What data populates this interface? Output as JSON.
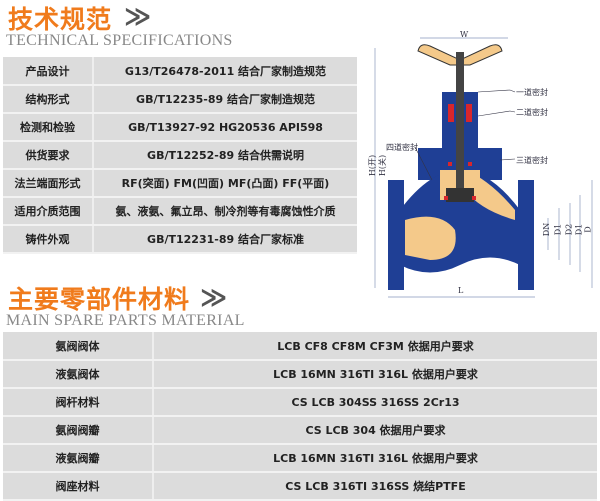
{
  "specs": {
    "title_cn": "技术规范",
    "title_en": "TECHNICAL SPECIFICATIONS",
    "arrow": "≫",
    "rows": [
      {
        "label": "产品设计",
        "value": "G13/T26478-2011 结合厂家制造规范"
      },
      {
        "label": "结构形式",
        "value": "GB/T12235-89 结合厂家制造规范"
      },
      {
        "label": "检测和检验",
        "value": "GB/T13927-92 HG20536 API598"
      },
      {
        "label": "供货要求",
        "value": "GB/T12252-89 结合供需说明"
      },
      {
        "label": "法兰端面形式",
        "value": "RF(突面) FM(凹面) MF(凸面) FF(平面)"
      },
      {
        "label": "适用介质范围",
        "value": "氨、液氨、氟立昂、制冷剂等有毒腐蚀性介质"
      },
      {
        "label": "铸件外观",
        "value": "GB/T12231-89  结合厂家标准"
      }
    ]
  },
  "materials": {
    "title_cn": "主要零部件材料",
    "title_en": "MAIN SPARE PARTS MATERIAL",
    "arrow": "≫",
    "rows": [
      {
        "label": "氨阀阀体",
        "value": "LCB CF8 CF8M  CF3M 依据用户要求"
      },
      {
        "label": "液氨阀体",
        "value": "LCB 16MN 316TI 316L 依据用户要求"
      },
      {
        "label": "阀杆材料",
        "value": "CS LCB 304SS 316SS 2Cr13"
      },
      {
        "label": "氨阀阀瓣",
        "value": "CS LCB 304  依据用户要求"
      },
      {
        "label": "液氨阀瓣",
        "value": "LCB 16MN 316TI 316L 依据用户要求"
      },
      {
        "label": "阀座材料",
        "value": "CS LCB 316TI 316SS 烧结PTFE"
      }
    ]
  },
  "diagram": {
    "seal1": "一道密封",
    "seal2": "二道密封",
    "seal3": "三道密封",
    "seal4": "四道密封",
    "h_open": "H(开)",
    "h_close": "H(关)",
    "w": "W",
    "dn": "DN",
    "d1": "D1",
    "d2": "D2",
    "d3": "D1",
    "d": "D",
    "l": "L",
    "colors": {
      "body": "#1f3f95",
      "cavity": "#f4c98a",
      "stem": "#444444",
      "seal": "#d8262c"
    }
  }
}
